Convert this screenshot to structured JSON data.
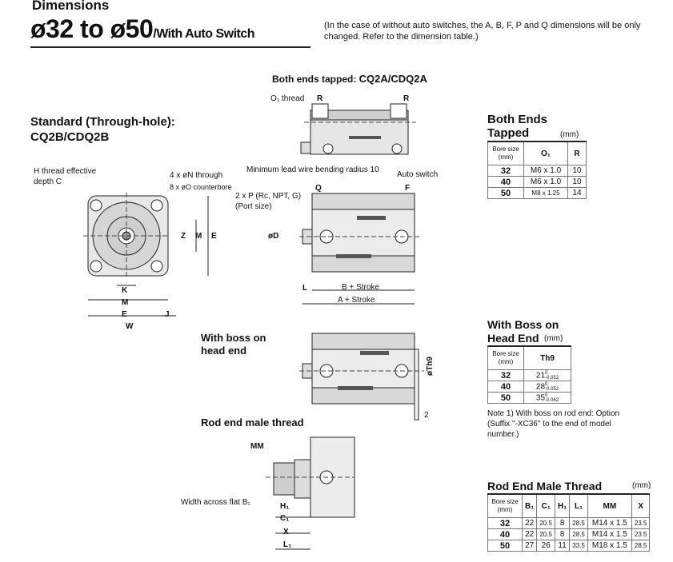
{
  "header": {
    "section": "Dimensions",
    "title": "ø32 to ø50",
    "subtitle": "/With Auto Switch",
    "note": "(In the case of without auto switches, the A, B, F, P and Q dimensions will be only changed. Refer to the dimension table.)"
  },
  "both_ends_view": {
    "title_prefix": "Both ends tapped: ",
    "title_model": "CQ2A/CDQ2A",
    "o1_label": "O₁ thread",
    "r_label": "R"
  },
  "standard": {
    "title": "Standard (Through-hole):",
    "model": "CQ2B/CDQ2B",
    "h_thread": "H thread effective depth C",
    "n_through": "4 x øN through",
    "o_counterbore": "8 x øO counterbore",
    "min_lead": "Minimum lead wire bending radius 10",
    "auto_switch": "Auto switch",
    "port": "2 x P (Rc, NPT, G)",
    "port_size": "(Port size)",
    "dims": [
      "K",
      "M",
      "E",
      "W",
      "J",
      "Z",
      "M",
      "E",
      "Q",
      "F",
      "øD",
      "L",
      "B + Stroke",
      "A + Stroke"
    ]
  },
  "boss_view": {
    "title": "With boss on head end",
    "th9": "øTh9",
    "dim2": "2"
  },
  "rod_view": {
    "title": "Rod end male thread",
    "mm": "MM",
    "width_flat": "Width across flat B₁",
    "dims": [
      "H₁",
      "C₁",
      "X",
      "L₁"
    ]
  },
  "table_both_ends": {
    "title": "Both Ends Tapped",
    "unit": "(mm)",
    "headers": [
      "Bore size (mm)",
      "O₁",
      "R"
    ],
    "rows": [
      [
        "32",
        "M6 x 1.0",
        "10"
      ],
      [
        "40",
        "M6 x 1.0",
        "10"
      ],
      [
        "50",
        "M8 x 1.25",
        "14"
      ]
    ]
  },
  "table_boss": {
    "title": "With Boss on Head End",
    "unit": "(mm)",
    "headers": [
      "Bore size (mm)",
      "Th9"
    ],
    "rows": [
      [
        "32",
        "21",
        "0",
        "-0.052"
      ],
      [
        "40",
        "28",
        "0",
        "-0.052"
      ],
      [
        "50",
        "35",
        "0",
        "-0.062"
      ]
    ],
    "note": "Note 1) With boss on rod end: Option (Suffix \"-XC36\" to the end of model number.)"
  },
  "table_rod": {
    "title": "Rod End Male Thread",
    "unit": "(mm)",
    "headers": [
      "Bore size (mm)",
      "B₁",
      "C₁",
      "H₁",
      "L₁",
      "MM",
      "X"
    ],
    "rows": [
      [
        "32",
        "22",
        "20.5",
        "8",
        "28.5",
        "M14 x 1.5",
        "23.5"
      ],
      [
        "40",
        "22",
        "20.5",
        "8",
        "28.5",
        "M14 x 1.5",
        "23.5"
      ],
      [
        "50",
        "27",
        "26",
        "11",
        "33.5",
        "M18 x 1.5",
        "28.5"
      ]
    ]
  }
}
